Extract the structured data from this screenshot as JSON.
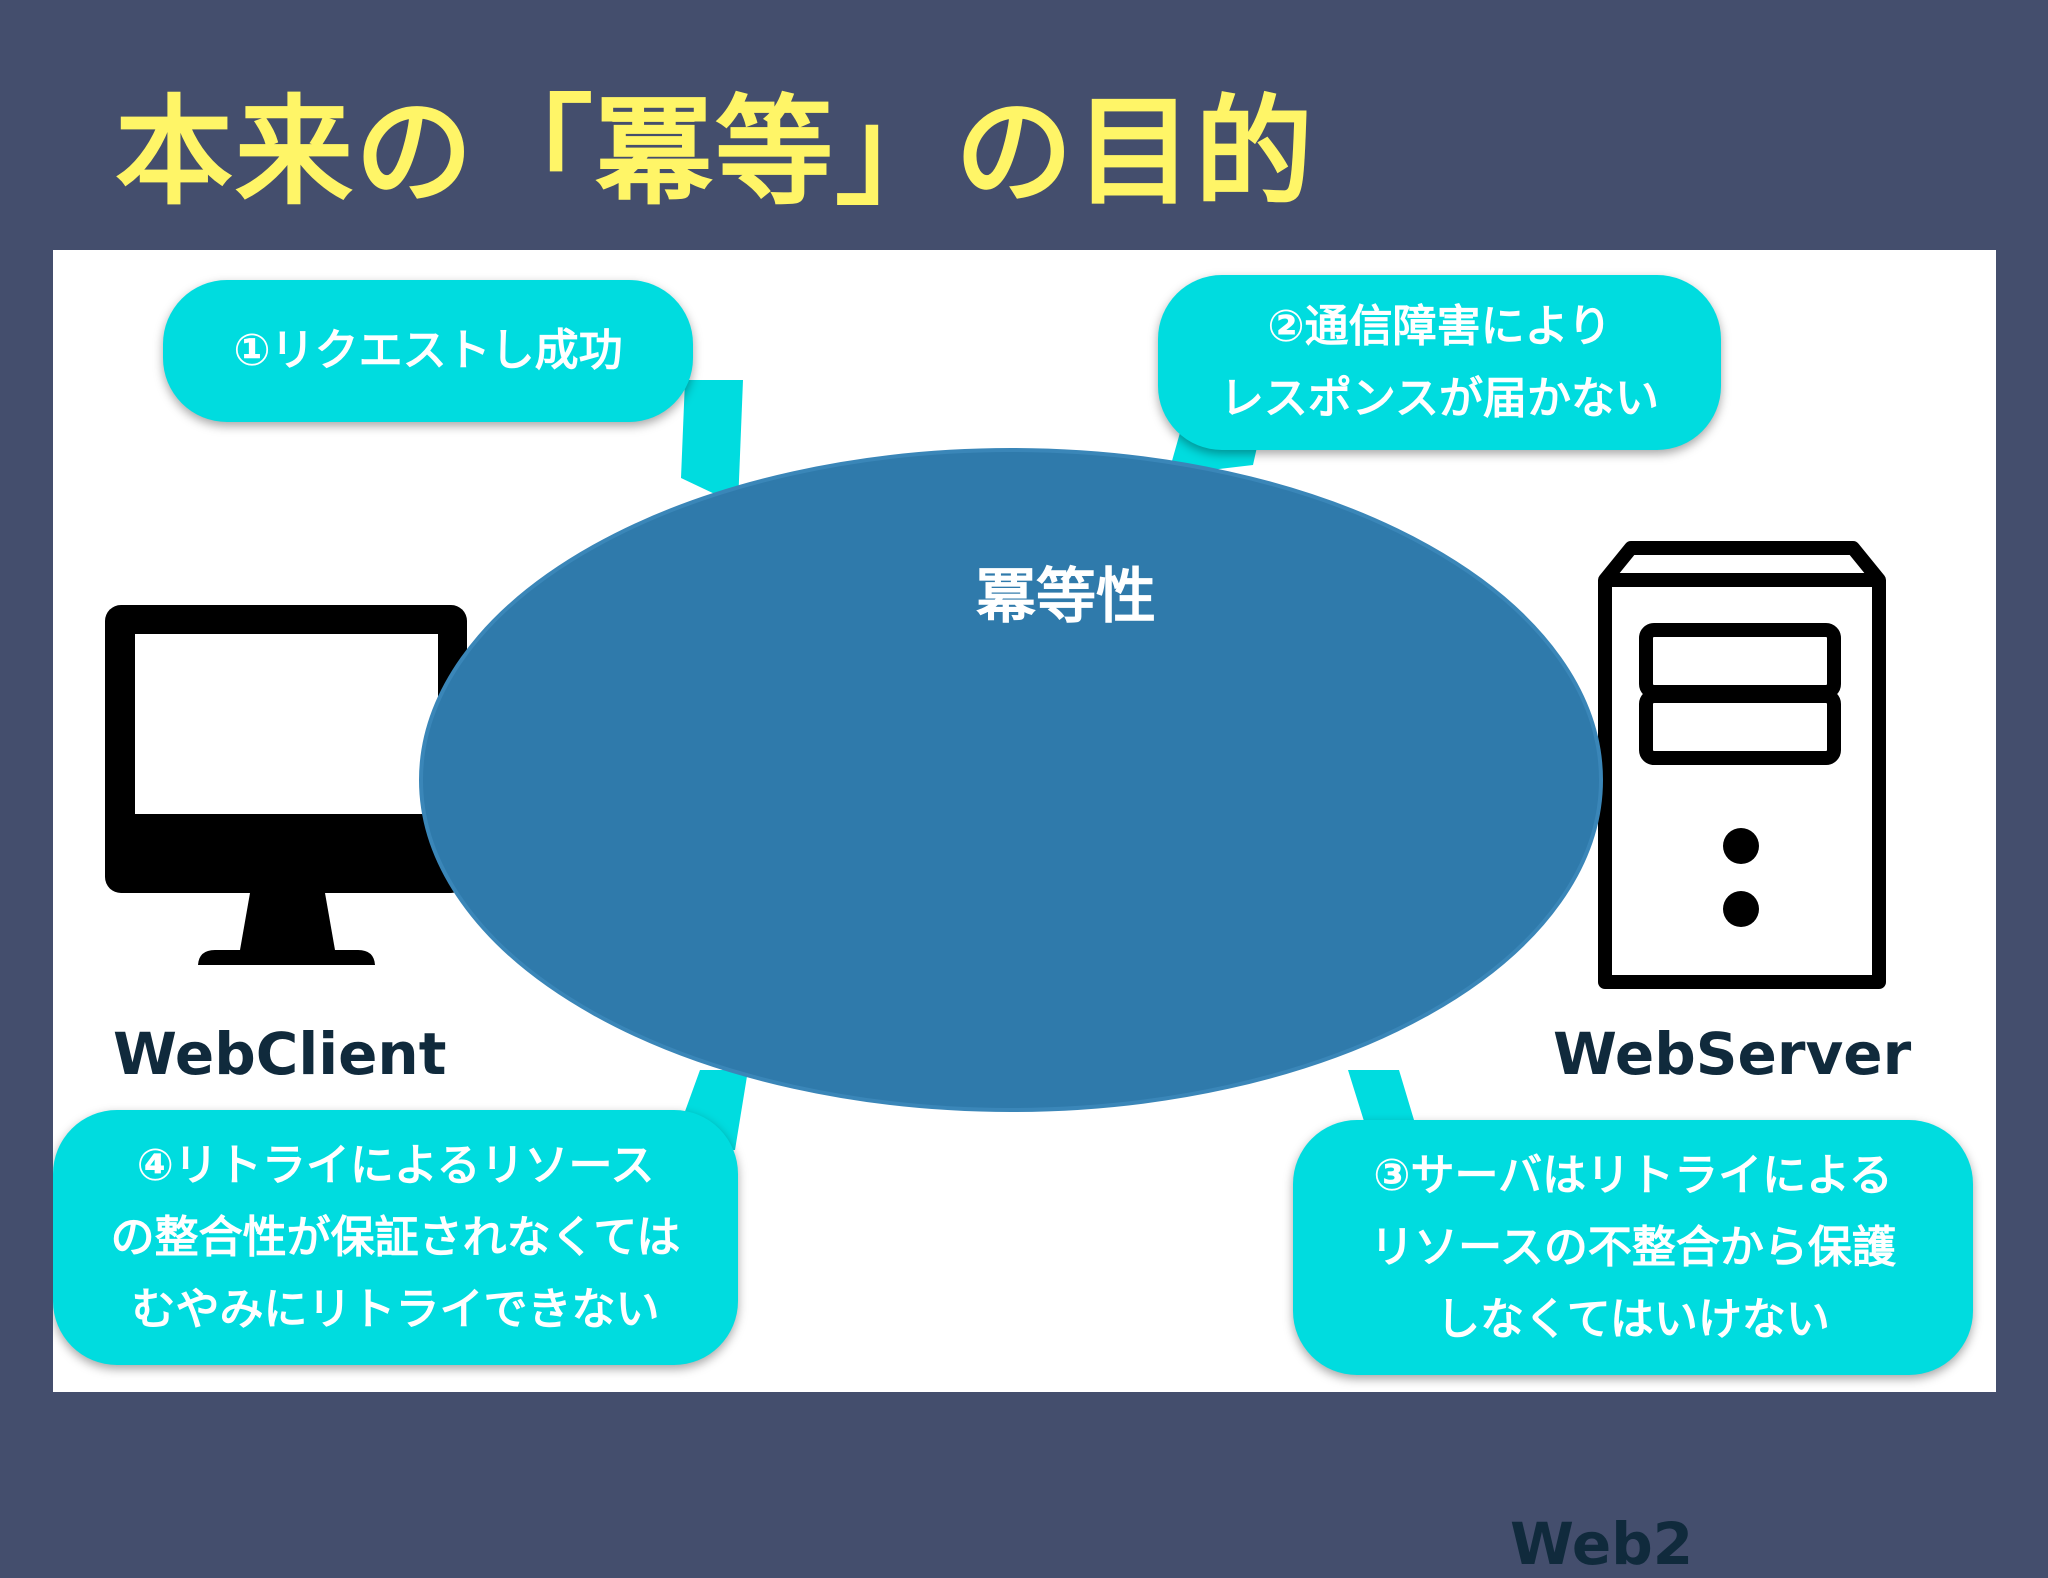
{
  "slide": {
    "title": "本来の「冪等」の目的",
    "footer_text": "Web2"
  },
  "diagram": {
    "center_label": "冪等性",
    "client_label": "WebClient",
    "server_label": "WebServer",
    "bubbles": [
      {
        "text": "①リクエストし成功"
      },
      {
        "text": "②通信障害により\nレスポンスが届かない"
      },
      {
        "text": "③サーバはリトライによる\nリソースの不整合から保護\nしなくてはいけない"
      },
      {
        "text": "④リトライによるリソース\nの整合性が保証されなくては\nむやみにリトライできない"
      }
    ]
  },
  "colors": {
    "background": "#444e6d",
    "title": "#fff567",
    "bubble": "#00dcdf",
    "ellipse": "#2f7aab",
    "label": "#102a3c"
  }
}
